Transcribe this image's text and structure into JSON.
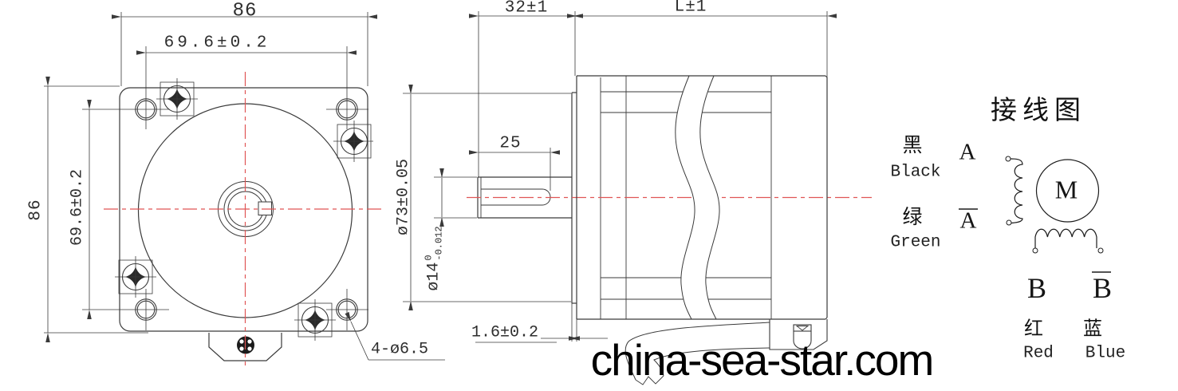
{
  "front_view": {
    "dim_width_top": "86",
    "dim_hole_spacing_top": "69.6±0.2",
    "dim_height_left": "86",
    "dim_hole_spacing_left": "69.6±0.2",
    "dim_mounting_holes": "4-ø6.5"
  },
  "side_view": {
    "dim_shaft_length": "32±1",
    "dim_body_length": "L±1",
    "dim_flat_length": "25",
    "dim_pilot_diameter": "ø73±0.05",
    "shaft_diameter": "ø14",
    "shaft_tol_upper": "0",
    "shaft_tol_lower": "-0.012",
    "dim_pilot_thickness": "1.6±0.2"
  },
  "wiring": {
    "title": "接线图",
    "phase_a": {
      "wire_cn": "黑",
      "wire_en": "Black",
      "label": "A"
    },
    "phase_a_bar": {
      "wire_cn": "绿",
      "wire_en": "Green",
      "label": "A"
    },
    "phase_b": {
      "label": "B",
      "wire_cn": "红",
      "wire_en": "Red"
    },
    "phase_b_bar": {
      "label": "B",
      "wire_cn": "蓝",
      "wire_en": "Blue"
    },
    "motor_label": "M"
  },
  "watermark": "china-sea-star.com",
  "colors": {
    "line": "#3a3a3a",
    "centerline_red": "#e05555",
    "watermark": "#000000",
    "background": "#ffffff"
  }
}
